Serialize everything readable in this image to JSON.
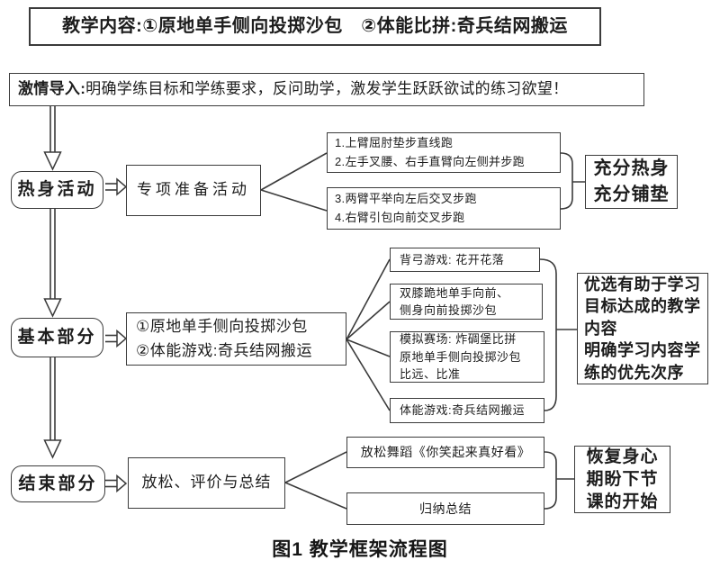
{
  "figure": {
    "title_box": "教学内容:①原地单手侧向投掷沙包　②体能比拼:奇兵结网搬运",
    "intro_prefix": "激情导入:",
    "intro_text": "明确学练目标和学练要求，反问助学，激发学生跃跃欲试的练习欲望！",
    "caption": "图1 教学框架流程图"
  },
  "warmup": {
    "stage": "热身活动",
    "activity": "专项准备活动",
    "drills_top": "1.上臂屈肘垫步直线跑\n2.左手叉腰、右手直臂向左侧并步跑",
    "drills_bottom": "3.两臂平举向左后交叉步跑\n4.右臂引包向前交叉步跑",
    "goal": "充分热身\n充分铺垫"
  },
  "main": {
    "stage": "基本部分",
    "activity": "①原地单手侧向投掷沙包\n②体能游戏:奇兵结网搬运",
    "items": [
      "背弓游戏: 花开花落",
      "双膝跪地单手向前、\n侧身向前投掷沙包",
      "模拟赛场: 炸碉堡比拼\n原地单手侧向投掷沙包\n比远、比准",
      "体能游戏:奇兵结网搬运"
    ],
    "goal": "优选有助于学习\n目标达成的教学\n内容\n明确学习内容学\n练的优先次序"
  },
  "closing": {
    "stage": "结束部分",
    "activity": "放松、评价与总结",
    "items": [
      "放松舞蹈《你笑起来真好看》",
      "归纳总结"
    ],
    "goal": "恢复身心\n期盼下节\n课的开始"
  },
  "colors": {
    "line": "#3b3b3b",
    "text": "#1d1d1d",
    "background": "#ffffff"
  }
}
